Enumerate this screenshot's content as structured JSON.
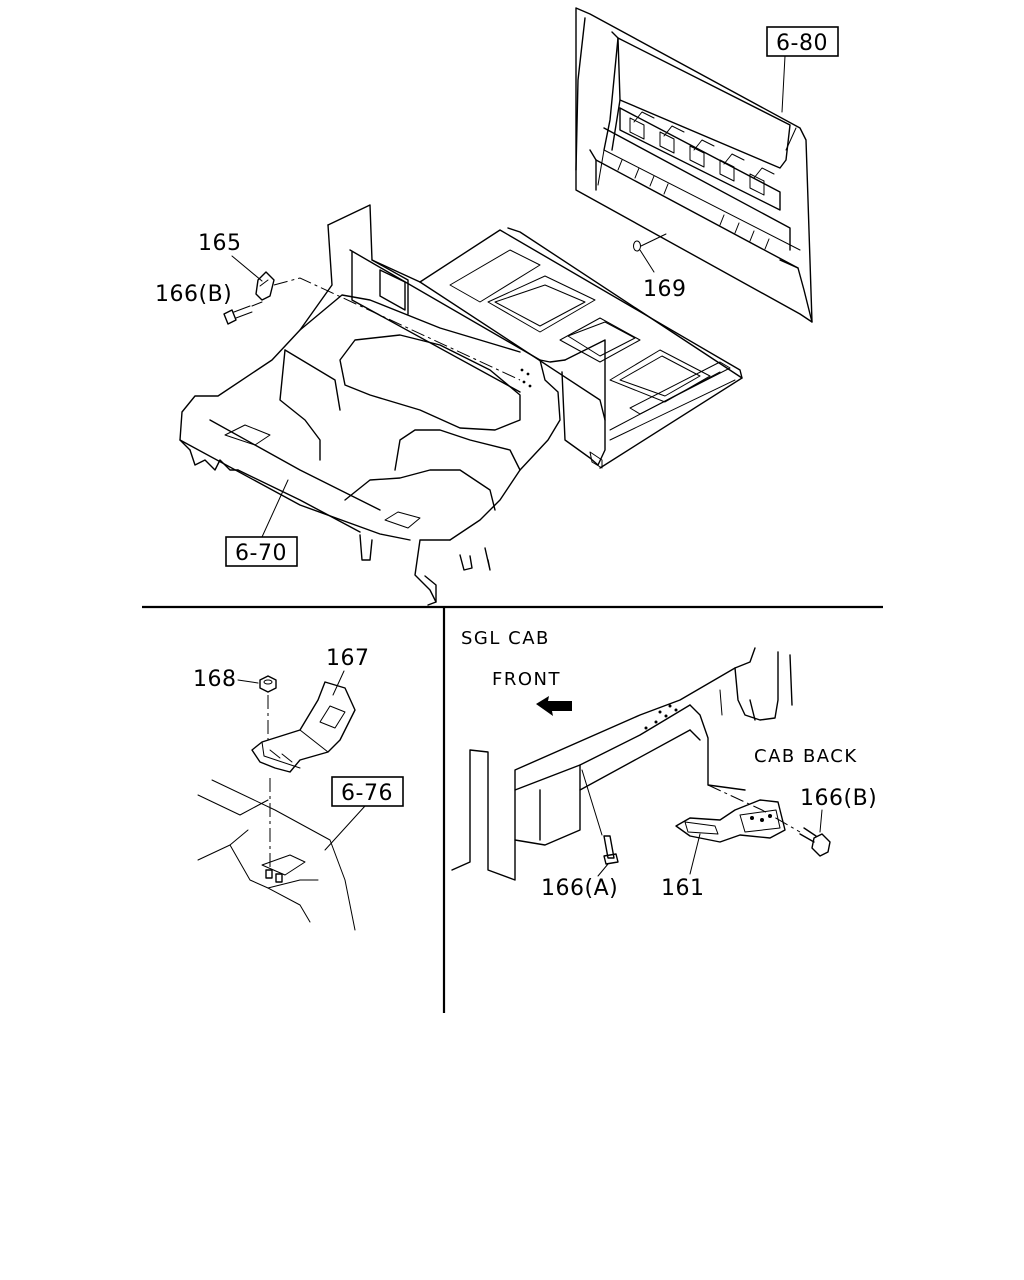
{
  "diagram": {
    "refs": {
      "ref_6_80": "6-80",
      "ref_6_70": "6-70",
      "ref_6_76": "6-76"
    },
    "parts": {
      "p165": "165",
      "p166b_top": "166(B)",
      "p169": "169",
      "p168": "168",
      "p167": "167",
      "p166b_right": "166(B)",
      "p166a": "166(A)",
      "p161": "161"
    },
    "labels": {
      "sgl_cab": "SGL CAB",
      "front": "FRONT",
      "cab_back": "CAB BACK"
    }
  }
}
